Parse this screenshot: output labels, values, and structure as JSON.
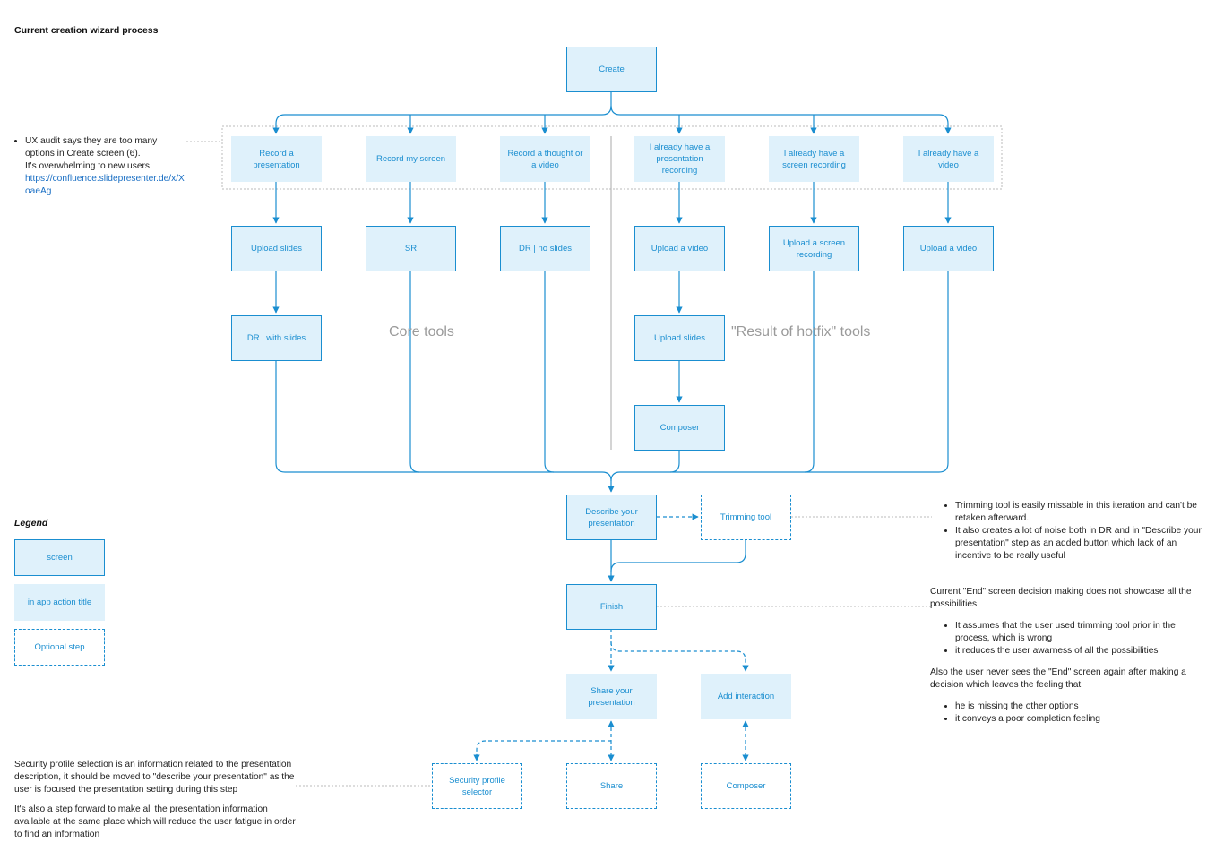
{
  "title": "Current creation wizard process",
  "nodes": {
    "create": "Create",
    "record_presentation": "Record a presentation",
    "record_screen": "Record my screen",
    "record_thought": "Record a thought or a video",
    "have_presentation_recording": "I already have a presentation recording",
    "have_screen_recording": "I already have a screen recording",
    "have_video": "I already have a video",
    "upload_slides_1": "Upload slides",
    "sr": "SR",
    "dr_no_slides": "DR | no slides",
    "upload_video_1": "Upload a video",
    "upload_screen_recording": "Upload a screen recording",
    "upload_video_2": "Upload a video",
    "dr_with_slides": "DR | with slides",
    "upload_slides_2": "Upload slides",
    "composer_1": "Composer",
    "describe": "Describe your presentation",
    "trimming": "Trimming tool",
    "finish": "Finish",
    "share_your_presentation": "Share your presentation",
    "add_interaction": "Add interaction",
    "security_profile": "Security profile selector",
    "share": "Share",
    "composer_2": "Composer"
  },
  "group_labels": {
    "core": "Core tools",
    "hotfix": "\"Result of hotfix\" tools"
  },
  "legend": {
    "title": "Legend",
    "screen": "screen",
    "action": "in app action title",
    "optional": "Optional step"
  },
  "notes": {
    "ux_audit": {
      "line1": "UX audit says they are too many options in Create screen (6).",
      "line2": "It's overwhelming to new users",
      "link": "https://confluence.slidepresenter.de/x/XoaeAg"
    },
    "trimming": [
      "Trimming tool is easily missable in this iteration and can't be retaken afterward.",
      "It also creates a lot of noise both in DR and in \"Describe your presentation\" step as an added button which lack of an incentive to be really useful"
    ],
    "end_screen": {
      "intro": "Current \"End\" screen decision making does not showcase all the possibilities",
      "bullets1": [
        "It assumes that the user used trimming tool prior in the process, which is wrong",
        "it reduces the user awarness of all the possibilities"
      ],
      "middle": "Also the user never sees the \"End\" screen again after making a decision which leaves the feeling that",
      "bullets2": [
        "he is missing the other options",
        "it conveys a poor completion feeling"
      ]
    },
    "security": {
      "p1": "Security profile selection is an information related to the presentation description, it should be moved to \"describe your presentation\" as the user is focused the presentation setting during this step",
      "p2": "It's also a step forward to make all the presentation information available at the same place which will reduce the user fatigue in order to find an information"
    }
  },
  "colors": {
    "accent": "#1a8ed0",
    "node_fill": "#dff1fb",
    "annotation_line": "#bbbbbb",
    "group_label": "#9a9a9a"
  }
}
